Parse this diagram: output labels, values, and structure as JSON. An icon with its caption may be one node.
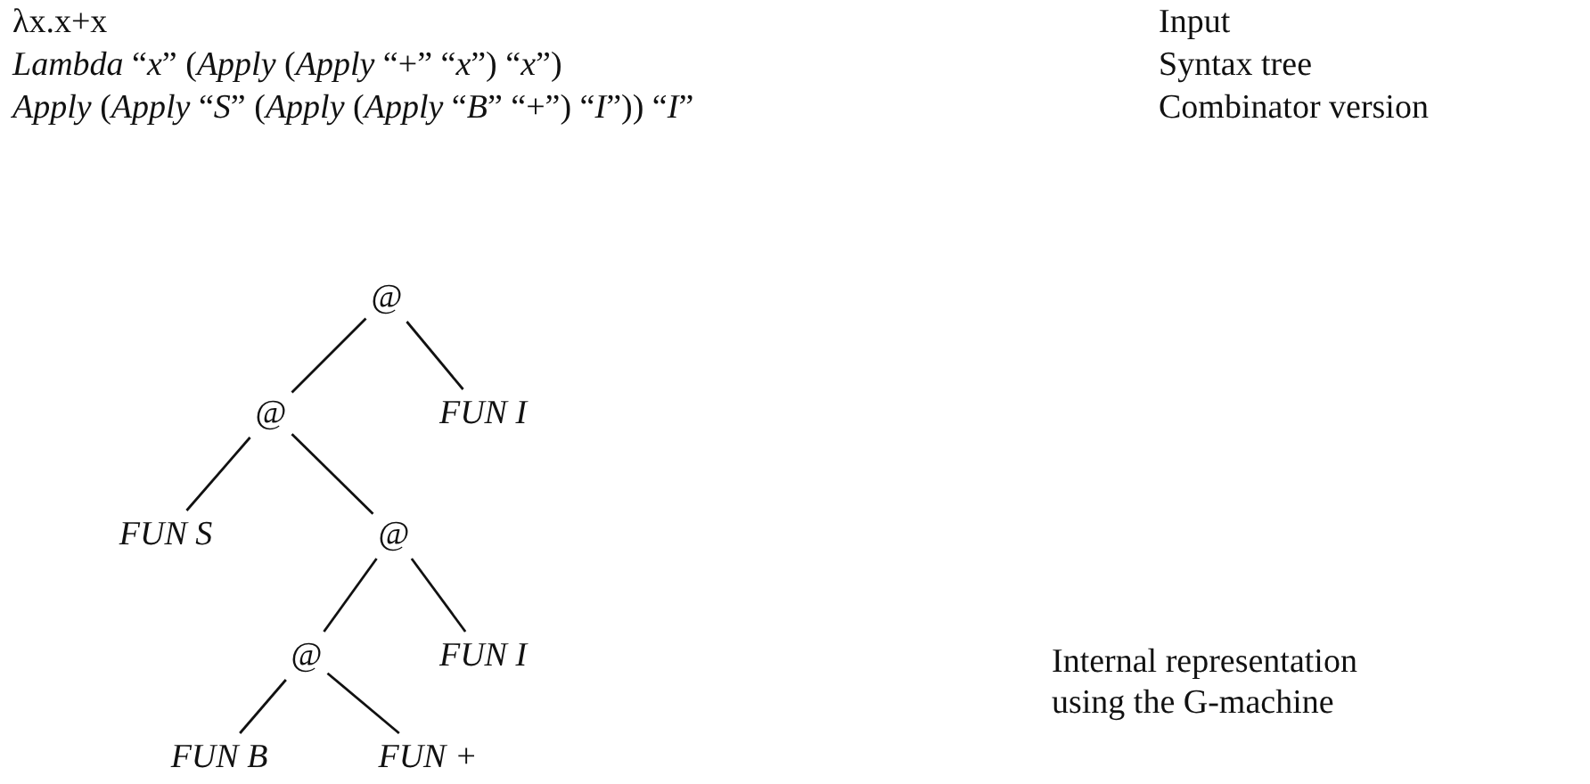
{
  "diagram": {
    "nodes": [
      {
        "text": [
          "@"
        ]
      },
      {
        "text": [
          "@"
        ]
      },
      {
        "text": [
          "FUN I"
        ]
      },
      {
        "text": [
          "FUN S"
        ]
      },
      {
        "text": [
          "@"
        ]
      },
      {
        "text": [
          "@"
        ]
      },
      {
        "text": [
          "FUN I"
        ]
      },
      {
        "text": [
          "FUN B"
        ]
      },
      {
        "text": [
          "FUN +"
        ]
      }
    ],
    "edges": [
      {
        "from": 0,
        "to": 1,
        "arrow": "none"
      },
      {
        "from": 0,
        "to": 2,
        "arrow": "none"
      },
      {
        "from": 1,
        "to": 3,
        "arrow": "none"
      },
      {
        "from": 1,
        "to": 4,
        "arrow": "none"
      },
      {
        "from": 4,
        "to": 5,
        "arrow": "none"
      },
      {
        "from": 4,
        "to": 6,
        "arrow": "none"
      },
      {
        "from": 5,
        "to": 7,
        "arrow": "none"
      },
      {
        "from": 5,
        "to": 8,
        "arrow": "none"
      }
    ],
    "labels": [
      "λx.x+x",
      "Input",
      "*Lambda* “*x*” (*Apply* (*Apply* “+” “*x*”) “*x*”)",
      "Syntax tree",
      "*Apply* (*Apply* “*S*” (*Apply* (*Apply* “*B*” “+”) “*I*”)) “*I*”",
      "Combinator version",
      "Internal representation using the G-machine"
    ]
  }
}
